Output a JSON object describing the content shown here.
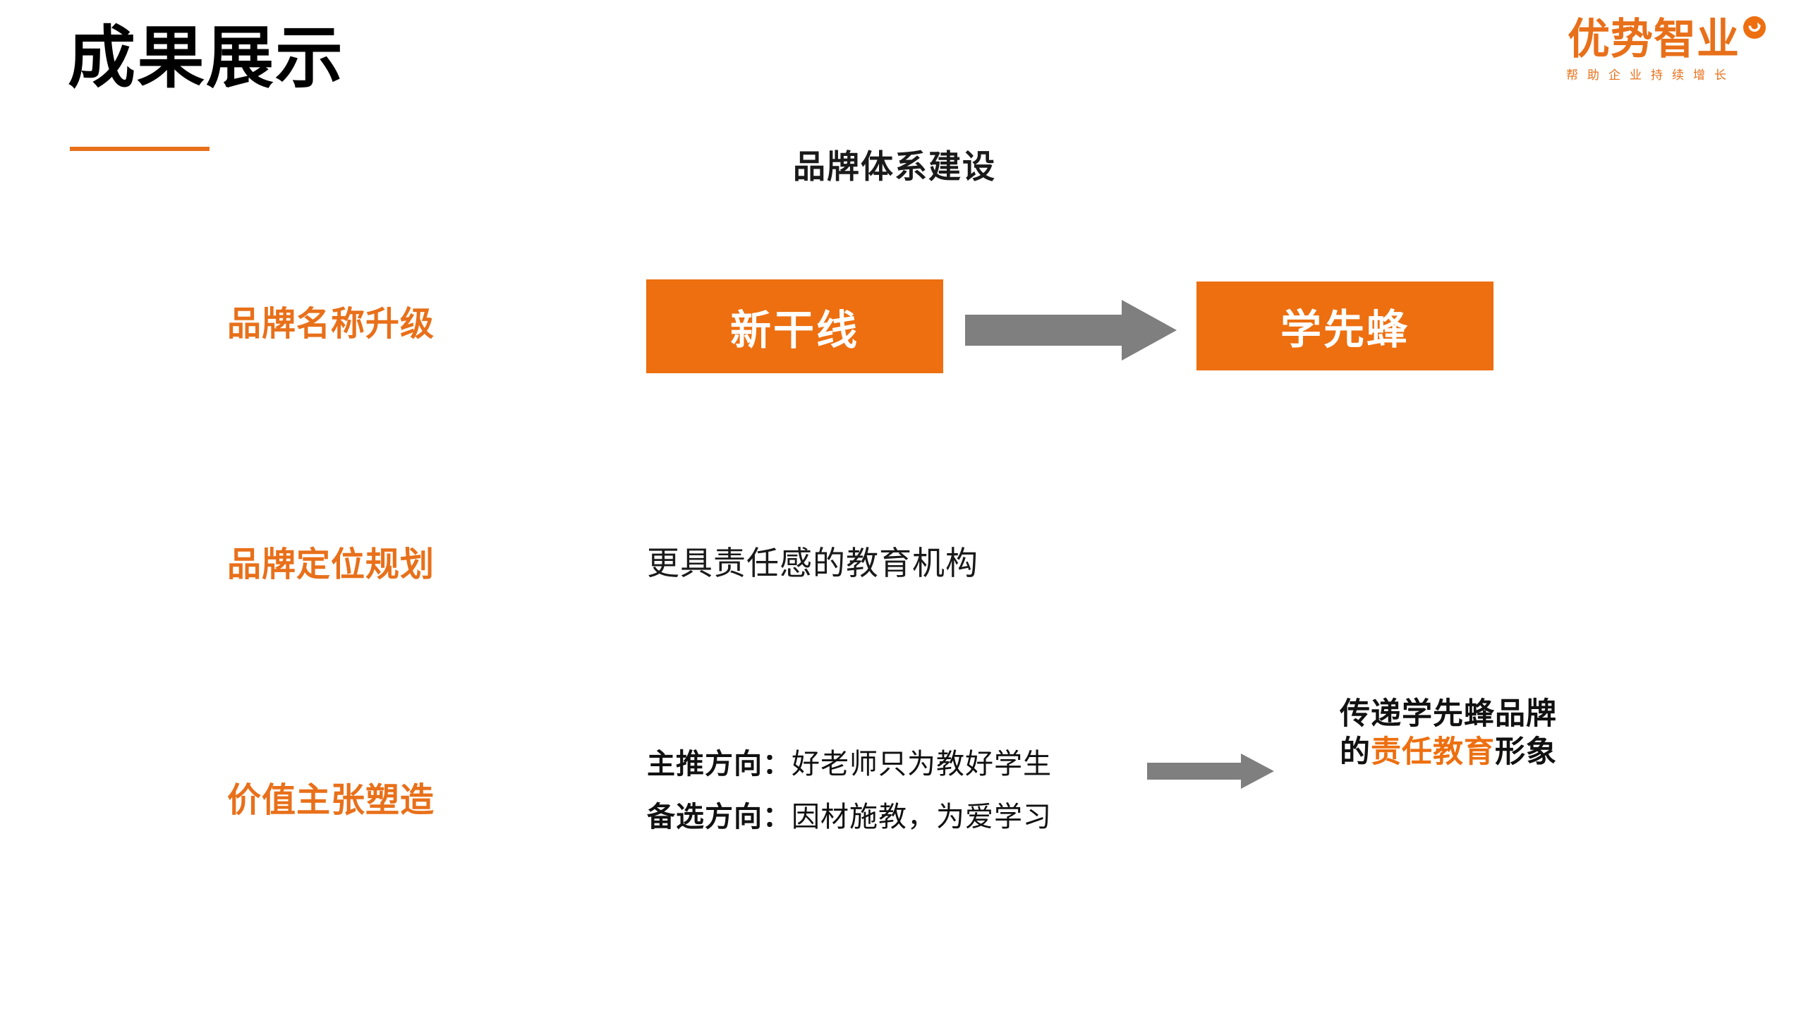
{
  "slide": {
    "title": "成果展示",
    "section_heading": "品牌体系建设",
    "accent_color": "#E8701A",
    "box_color": "#ED6F10",
    "arrow_color": "#7F7F7F"
  },
  "logo": {
    "wordmark": "优势智业",
    "tagline": "帮助企业持续增长",
    "mark": "smiley-circle-icon"
  },
  "rows": {
    "brand_name": {
      "label": "品牌名称升级",
      "before": "新干线",
      "after": "学先蜂",
      "arrow": "right-block-arrow-icon"
    },
    "brand_positioning": {
      "label": "品牌定位规划",
      "statement": "更具责任感的教育机构"
    },
    "value_proposition": {
      "label": "价值主张塑造",
      "arrow": "right-block-arrow-icon",
      "directions": [
        {
          "label": "主推方向：",
          "value": "好老师只为教好学生"
        },
        {
          "label": "备选方向：",
          "value": "因材施教，为爱学习"
        }
      ],
      "outcome": {
        "line1": "传递学先蜂品牌",
        "line2_prefix": "的",
        "line2_highlight": "责任教育",
        "line2_suffix": "形象"
      }
    }
  }
}
